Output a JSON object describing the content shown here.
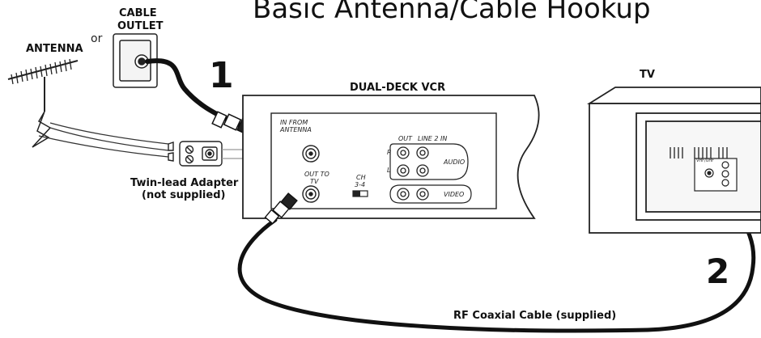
{
  "title": "Basic Antenna/Cable Hookup",
  "labels": {
    "antenna": "ANTENNA",
    "or": "or",
    "cable_line1": "CABLE",
    "cable_line2": "OUTLET",
    "step1": "1",
    "vcr": "DUAL-DECK VCR",
    "tv": "TV",
    "step2": "2",
    "adapter_line1": "Twin-lead Adapter",
    "adapter_line2": "(not supplied)",
    "rf_cable": "RF Coaxial Cable (supplied)"
  },
  "vcr_panel": {
    "in_from_1": "IN FROM",
    "in_from_2": "ANTENNA",
    "out_to_1": "OUT TO",
    "out_to_2": "TV",
    "out": "OUT",
    "line2in": "LINE 2 IN",
    "audio": "AUDIO",
    "video": "VIDEO",
    "r": "R",
    "l": "L",
    "ch_1": "CH",
    "ch_2": "3-4"
  },
  "tv_panel": {
    "vhf_uhf": "VHF/UHF"
  }
}
